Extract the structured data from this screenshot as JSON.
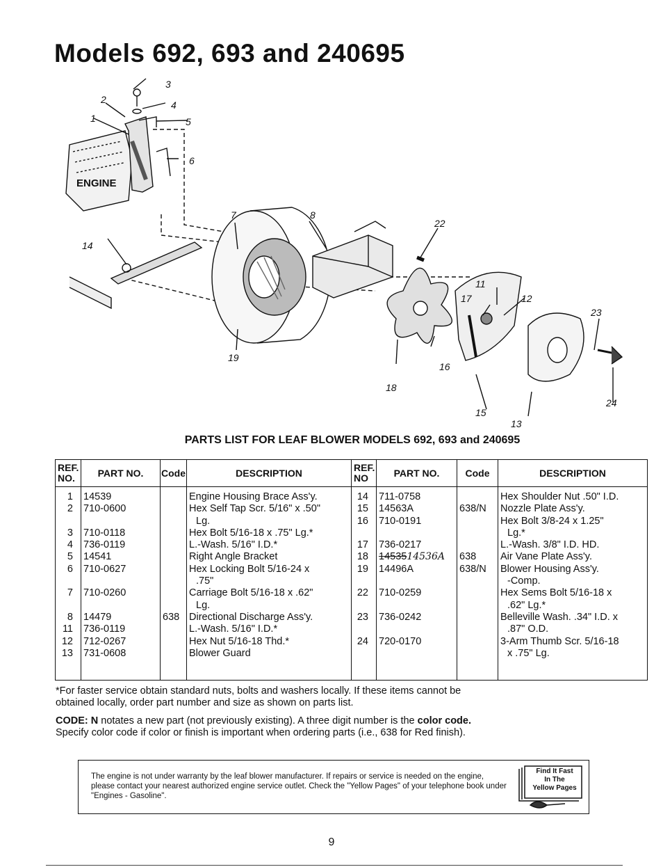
{
  "title": "Models 692, 693 and 240695",
  "diagram": {
    "engine_label": "ENGINE",
    "callouts": [
      "1",
      "2",
      "3",
      "4",
      "5",
      "6",
      "7",
      "8",
      "11",
      "12",
      "13",
      "14",
      "15",
      "16",
      "17",
      "18",
      "19",
      "22",
      "23",
      "24"
    ]
  },
  "parts_heading": "PARTS LIST FOR LEAF BLOWER MODELS 692, 693 and 240695",
  "table": {
    "headers": {
      "ref_line1": "REF.",
      "ref_line2": "NO.",
      "part_no": "PART NO.",
      "code": "Code",
      "description": "DESCRIPTION",
      "ref2_line1": "REF.",
      "ref2_line2": "NO",
      "part_no2": "PART NO.",
      "code2": "Code",
      "description2": "DESCRIPTION"
    },
    "left": {
      "ref": [
        "1",
        "2",
        "",
        "3",
        "4",
        "5",
        "6",
        "",
        "7",
        "",
        "8",
        "11",
        "12",
        "13"
      ],
      "part": [
        "14539",
        "710-0600",
        "",
        "710-0118",
        "736-0119",
        "14541",
        "710-0627",
        "",
        "710-0260",
        "",
        "14479",
        "736-0119",
        "712-0267",
        "731-0608"
      ],
      "code": [
        "",
        "",
        "",
        "",
        "",
        "",
        "",
        "",
        "",
        "",
        "638",
        "",
        "",
        ""
      ],
      "desc": [
        "Engine Housing Brace Ass'y.",
        "Hex Self Tap Scr. 5/16\" x .50\"",
        "Lg.",
        "Hex Bolt 5/16-18 x .75\" Lg.*",
        "L.-Wash. 5/16\" I.D.*",
        "Right Angle Bracket",
        "Hex Locking Bolt 5/16-24 x",
        ".75\"",
        "Carriage Bolt 5/16-18 x .62\"",
        "Lg.",
        "Directional Discharge Ass'y.",
        "L.-Wash. 5/16\" I.D.*",
        "Hex Nut 5/16-18 Thd.*",
        "Blower Guard"
      ]
    },
    "right": {
      "ref": [
        "14",
        "15",
        "16",
        "",
        "17",
        "18",
        "19",
        "",
        "22",
        "",
        "23",
        "",
        "24",
        ""
      ],
      "part": [
        "711-0758",
        "14563A",
        "710-0191",
        "",
        "736-0217",
        "14535",
        "14496A",
        "",
        "710-0259",
        "",
        "736-0242",
        "",
        "720-0170",
        ""
      ],
      "part_handwritten_18": "14536A",
      "code": [
        "",
        "638/N",
        "",
        "",
        "",
        "638",
        "638/N",
        "",
        "",
        "",
        "",
        "",
        "",
        ""
      ],
      "desc": [
        "Hex Shoulder Nut .50\" I.D.",
        "Nozzle Plate Ass'y.",
        "Hex Bolt 3/8-24 x 1.25\"",
        "Lg.*",
        "L.-Wash. 3/8\" I.D. HD.",
        "Air Vane Plate Ass'y.",
        "Blower Housing Ass'y.",
        "-Comp.",
        "Hex Sems Bolt 5/16-18 x",
        ".62\" Lg.*",
        "Belleville Wash. .34\" I.D. x",
        ".87\" O.D.",
        "3-Arm Thumb Scr. 5/16-18",
        "x .75\" Lg."
      ]
    }
  },
  "notes": {
    "faster_service": "*For faster service obtain standard nuts, bolts and washers locally. If these items cannot be obtained locally, order part number and size as shown on parts list.",
    "code_label": "CODE: N",
    "code_text": " notates a new part (not previously existing). A three digit number is the ",
    "color_code_label": "color code.",
    "color_code_text": " Specify color code if color or finish is important when ordering parts (i.e., 638 for Red finish)."
  },
  "warranty": {
    "text": "The engine is not under warranty by the leaf blower manufacturer. If repairs or service is needed on the engine, please contact your nearest authorized engine service outlet. Check the \"Yellow Pages\" of your telephone book under \"Engines - Gasoline\".",
    "yellow_pages_line1": "Find It Fast",
    "yellow_pages_line2": "In The",
    "yellow_pages_line3": "Yellow Pages"
  },
  "page_number": "9"
}
